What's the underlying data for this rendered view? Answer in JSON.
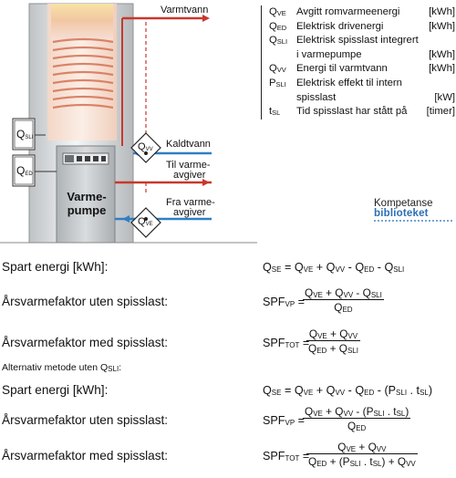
{
  "diagram": {
    "labels": {
      "varmtvann": "Varmtvann",
      "kaldtvann": "Kaldtvann",
      "til_line1": "Til varme-",
      "til_line2": "avgiver",
      "fra_line1": "Fra varme-",
      "fra_line2": "avgiver",
      "pump_line1": "Varme-",
      "pump_line2": "pumpe"
    },
    "meters": {
      "q": "Q",
      "sli": "SLI",
      "ed": "ED",
      "vv": "VV",
      "ve": "VE"
    }
  },
  "legend": {
    "items": [
      {
        "sym": "Q",
        "sub": "VE",
        "text": "Avgitt romvarmeenergi",
        "unit": "[kWh]"
      },
      {
        "sym": "Q",
        "sub": "ED",
        "text": "Elektrisk drivenergi",
        "unit": "[kWh]"
      },
      {
        "sym": "Q",
        "sub": "SLI",
        "text": "Elektrisk spisslast integrert",
        "unit": ""
      },
      {
        "sym": "",
        "sub": "",
        "text": "i varmepumpe",
        "unit": "[kWh]"
      },
      {
        "sym": "Q",
        "sub": "VV",
        "text": "Energi til varmtvann",
        "unit": "[kWh]"
      },
      {
        "sym": "P",
        "sub": "SLI",
        "text": "Elektrisk effekt til intern",
        "unit": ""
      },
      {
        "sym": "",
        "sub": "",
        "text": "spisslast",
        "unit": "[kW]"
      },
      {
        "sym": "t",
        "sub": "SL",
        "text": "Tid spisslast har stått på",
        "unit": "[timer]"
      }
    ]
  },
  "logo": {
    "line1": "Kompetanse",
    "line2": "biblioteket"
  },
  "formulas": {
    "row1_label": "Spart energi [kWh]:",
    "row2_label": "Årsvarmefaktor uten spisslast:",
    "row3_label": "Årsvarmefaktor med spisslast:",
    "alt_label": "Alternativ metode uten Q",
    "alt_sub": "SLI",
    "alt_colon": ":",
    "row4_label": "Spart energi [kWh]:",
    "row5_label": "Årsvarmefaktor uten spisslast:",
    "row6_label": "Årsvarmefaktor med spisslast:",
    "qse": "Q",
    "qse_sub": "SE",
    "eq1_rhs": " = Q",
    "spf": "SPF",
    "spf_vp_sub": "VP",
    "spf_tot_sub": "TOT",
    "eq": " = ",
    "t_ve": "VE",
    "t_vv": "VV",
    "t_ed": "ED",
    "t_sli": "SLI",
    "t_sl": "SL",
    "plus": " + Q",
    "minus": " - Q",
    "minus_p": " - (P",
    "plus_p": " + (P",
    "dot": " . t",
    "close": ")"
  }
}
